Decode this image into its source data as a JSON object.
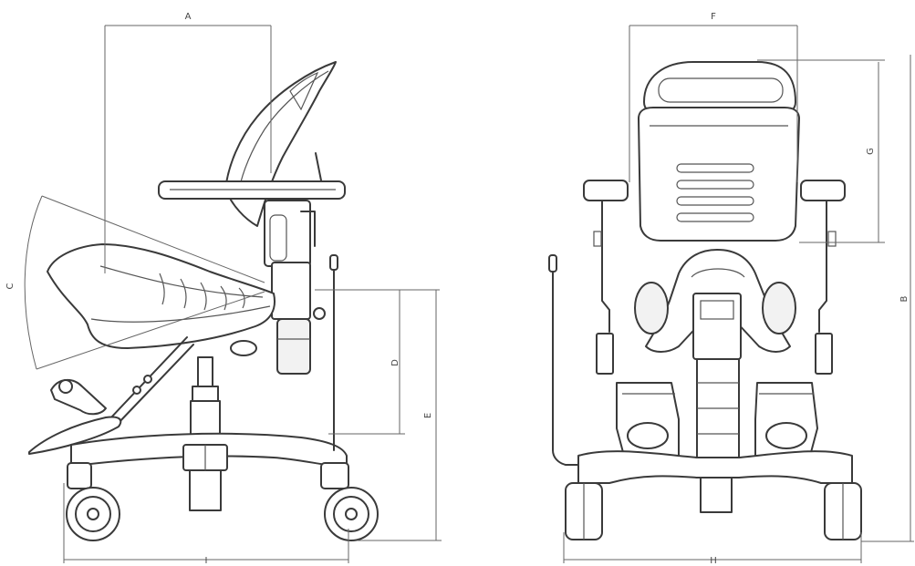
{
  "dimension_labels": {
    "A": "A",
    "B": "B",
    "C": "C",
    "D": "D",
    "E": "E",
    "F": "F",
    "G": "G",
    "H": "H",
    "I": "I"
  }
}
